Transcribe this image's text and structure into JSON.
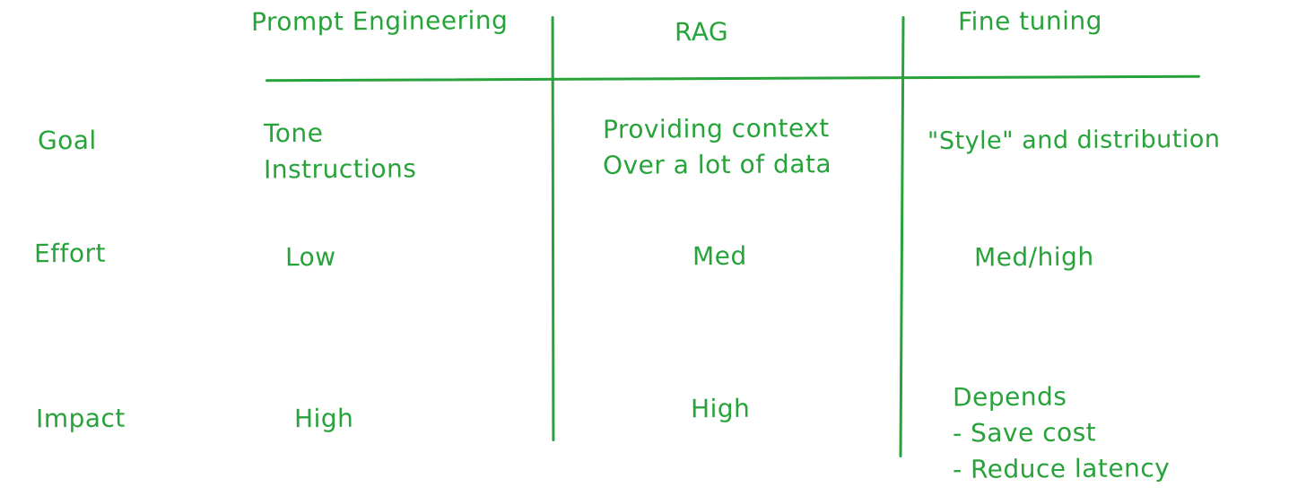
{
  "colors": {
    "ink": "#27a33a",
    "background": "#ffffff"
  },
  "columns": {
    "prompt_engineering": "Prompt Engineering",
    "rag": "RAG",
    "fine_tuning": "Fine tuning"
  },
  "rows": {
    "goal": {
      "label": "Goal",
      "prompt_engineering": [
        "Tone",
        "Instructions"
      ],
      "rag": [
        "Providing context",
        "Over a lot of data"
      ],
      "fine_tuning": "\"Style\" and distribution"
    },
    "effort": {
      "label": "Effort",
      "prompt_engineering": "Low",
      "rag": "Med",
      "fine_tuning": "Med/high"
    },
    "impact": {
      "label": "Impact",
      "prompt_engineering": "High",
      "rag": "High",
      "fine_tuning": [
        "Depends",
        "- Save cost",
        "- Reduce latency"
      ]
    }
  }
}
